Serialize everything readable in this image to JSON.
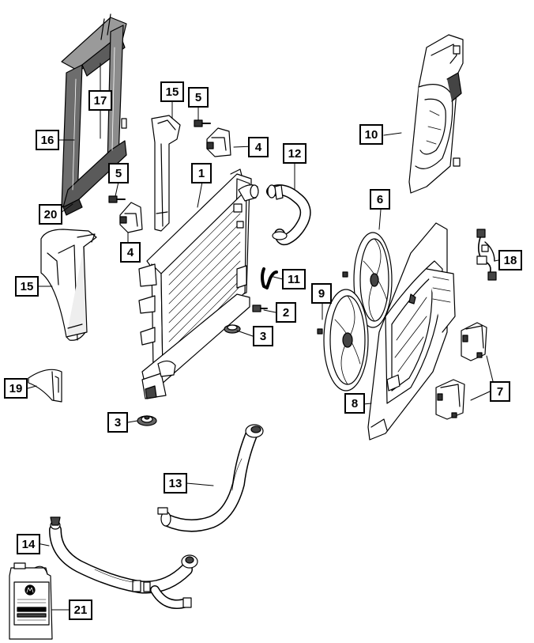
{
  "callouts": {
    "c1": "1",
    "c2": "2",
    "c3a": "3",
    "c3b": "3",
    "c4a": "4",
    "c4b": "4",
    "c5a": "5",
    "c5b": "5",
    "c6": "6",
    "c7": "7",
    "c8": "8",
    "c9": "9",
    "c10": "10",
    "c11": "11",
    "c12": "12",
    "c13": "13",
    "c14": "14",
    "c15a": "15",
    "c15b": "15",
    "c16": "16",
    "c17": "17",
    "c18": "18",
    "c19": "19",
    "c20": "20",
    "c21": "21"
  },
  "colors": {
    "ink": "#000000",
    "paper": "#ffffff",
    "shade": "#777777",
    "light": "#d9d9d9"
  }
}
